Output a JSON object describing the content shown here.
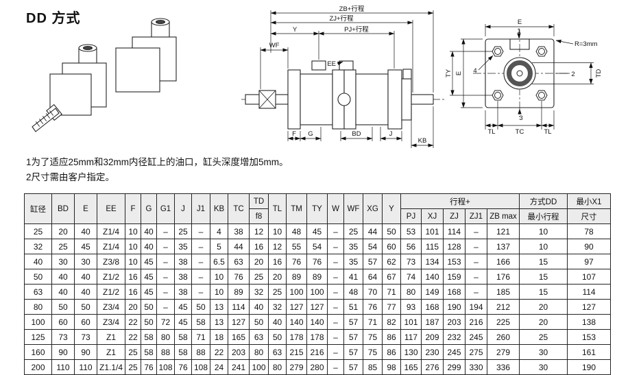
{
  "page": {
    "title": "DD 方式",
    "notes": [
      "1为了适应25mm和32mm内径缸上的油口，缸头深度增加5mm。",
      "2尺寸需由客户指定。"
    ]
  },
  "drawings": {
    "side_view": {
      "zb": "ZB+行程",
      "zj": "ZJ+行程",
      "pj": "PJ+行程",
      "y": "Y",
      "wf": "WF",
      "ee": "EE",
      "f": "F",
      "g": "G",
      "bd": "BD",
      "j": "J",
      "kb": "KB"
    },
    "end_view": {
      "e_top": "E",
      "radius_note": "R=3mm",
      "ty": "TY",
      "e_left": "E",
      "td": "TD",
      "tl_left": "TL",
      "tc": "TC",
      "tl_right": "TL",
      "callout_1": "1",
      "callout_2": "2",
      "callout_3": "3",
      "callout_4": "4"
    }
  },
  "table": {
    "header": {
      "group1": [
        "缸径",
        "BD",
        "E",
        "EE",
        "F",
        "G",
        "G1",
        "J",
        "J1",
        "KB",
        "TC"
      ],
      "td_col": [
        "TD",
        "f8"
      ],
      "group2": [
        "TL",
        "TM",
        "TY",
        "W",
        "WF",
        "XG",
        "Y"
      ],
      "stroke_label": "行程+",
      "stroke_subs": [
        "PJ",
        "XJ",
        "ZJ",
        "ZJ1",
        "ZB max"
      ],
      "dd_col": [
        "方式DD",
        "最小行程"
      ],
      "x1_col": [
        "最小X1",
        "尺寸"
      ]
    },
    "rows": [
      [
        "25",
        "20",
        "40",
        "Z1/4",
        "10",
        "40",
        "–",
        "25",
        "–",
        "4",
        "38",
        "12",
        "10",
        "48",
        "45",
        "–",
        "25",
        "44",
        "50",
        "53",
        "101",
        "114",
        "–",
        "121",
        "10",
        "78"
      ],
      [
        "32",
        "25",
        "45",
        "Z1/4",
        "10",
        "40",
        "–",
        "35",
        "–",
        "5",
        "44",
        "16",
        "12",
        "55",
        "54",
        "–",
        "35",
        "54",
        "60",
        "56",
        "115",
        "128",
        "–",
        "137",
        "10",
        "90"
      ],
      [
        "40",
        "30",
        "30",
        "Z3/8",
        "10",
        "45",
        "–",
        "38",
        "–",
        "6.5",
        "63",
        "20",
        "16",
        "76",
        "76",
        "–",
        "35",
        "57",
        "62",
        "73",
        "134",
        "153",
        "–",
        "166",
        "15",
        "97"
      ],
      [
        "50",
        "40",
        "40",
        "Z1/2",
        "16",
        "45",
        "–",
        "38",
        "–",
        "10",
        "76",
        "25",
        "20",
        "89",
        "89",
        "–",
        "41",
        "64",
        "67",
        "74",
        "140",
        "159",
        "–",
        "176",
        "15",
        "107"
      ],
      [
        "63",
        "40",
        "40",
        "Z1/2",
        "16",
        "45",
        "–",
        "38",
        "–",
        "10",
        "89",
        "32",
        "25",
        "100",
        "100",
        "–",
        "48",
        "70",
        "71",
        "80",
        "149",
        "168",
        "–",
        "185",
        "15",
        "114"
      ],
      [
        "80",
        "50",
        "50",
        "Z3/4",
        "20",
        "50",
        "–",
        "45",
        "50",
        "13",
        "114",
        "40",
        "32",
        "127",
        "127",
        "–",
        "51",
        "76",
        "77",
        "93",
        "168",
        "190",
        "194",
        "212",
        "20",
        "127"
      ],
      [
        "100",
        "60",
        "60",
        "Z3/4",
        "22",
        "50",
        "72",
        "45",
        "58",
        "13",
        "127",
        "50",
        "40",
        "140",
        "140",
        "–",
        "57",
        "71",
        "82",
        "101",
        "187",
        "203",
        "216",
        "225",
        "20",
        "138"
      ],
      [
        "125",
        "73",
        "73",
        "Z1",
        "22",
        "58",
        "80",
        "58",
        "71",
        "18",
        "165",
        "63",
        "50",
        "178",
        "178",
        "–",
        "57",
        "75",
        "86",
        "117",
        "209",
        "232",
        "245",
        "260",
        "25",
        "153"
      ],
      [
        "160",
        "90",
        "90",
        "Z1",
        "25",
        "58",
        "88",
        "58",
        "88",
        "22",
        "203",
        "80",
        "63",
        "215",
        "216",
        "–",
        "57",
        "75",
        "86",
        "130",
        "230",
        "245",
        "275",
        "279",
        "30",
        "161"
      ],
      [
        "200",
        "110",
        "110",
        "Z1.1/4",
        "25",
        "76",
        "108",
        "76",
        "108",
        "24",
        "241",
        "100",
        "80",
        "279",
        "280",
        "–",
        "57",
        "85",
        "98",
        "165",
        "276",
        "299",
        "330",
        "336",
        "30",
        "190"
      ]
    ]
  }
}
